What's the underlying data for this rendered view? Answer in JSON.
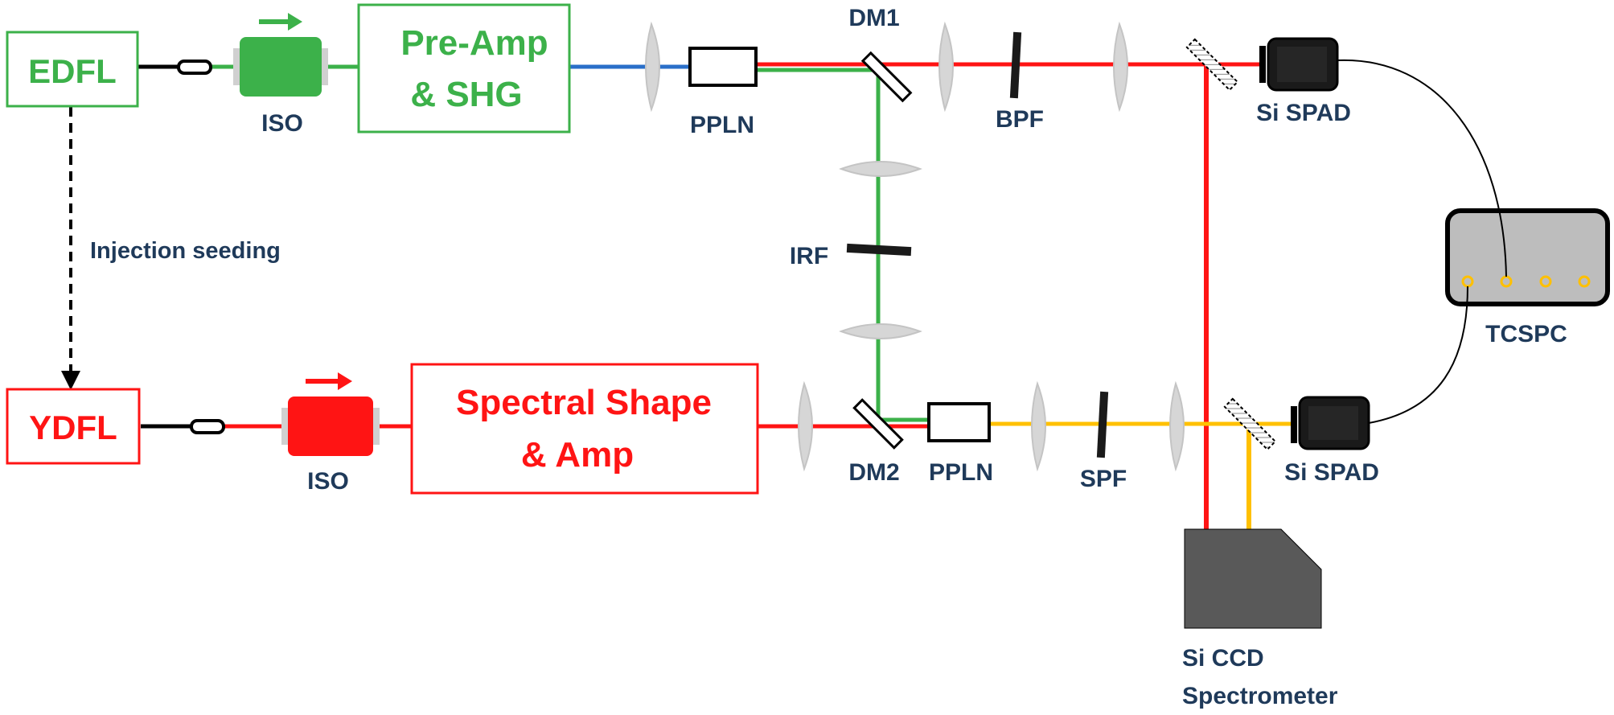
{
  "colors": {
    "green": "#3cb14a",
    "red": "#ff1414",
    "blue": "#2a6fc9",
    "yellow": "#ffc000",
    "label": "#1f3a5a",
    "lens": "#d6d6d6",
    "tcspc_fill": "#bdbdbd",
    "spectrometer_fill": "#595959"
  },
  "sources": {
    "edfl": "EDFL",
    "ydfl": "YDFL"
  },
  "amplifiers": {
    "preamp_line1": "Pre-Amp",
    "preamp_line2": "& SHG",
    "spectral_line1": "Spectral Shape",
    "spectral_line2": "& Amp"
  },
  "labels": {
    "iso_top": "ISO",
    "iso_bottom": "ISO",
    "ppln_top": "PPLN",
    "ppln_bottom": "PPLN",
    "dm1": "DM1",
    "dm2": "DM2",
    "bpf": "BPF",
    "irf": "IRF",
    "spf": "SPF",
    "spad_top": "Si SPAD",
    "spad_bottom": "Si SPAD",
    "tcspc": "TCSPC",
    "ccd_line1": "Si CCD",
    "ccd_line2": "Spectrometer",
    "injection": "Injection seeding"
  },
  "icons": [
    "isolator-arrow-icon",
    "fiber-connector-icon",
    "lens-icon",
    "dichroic-mirror-icon",
    "filter-icon",
    "spad-detector-icon",
    "beam-splitter-icon",
    "spectrometer-icon",
    "tcspc-module-icon"
  ]
}
